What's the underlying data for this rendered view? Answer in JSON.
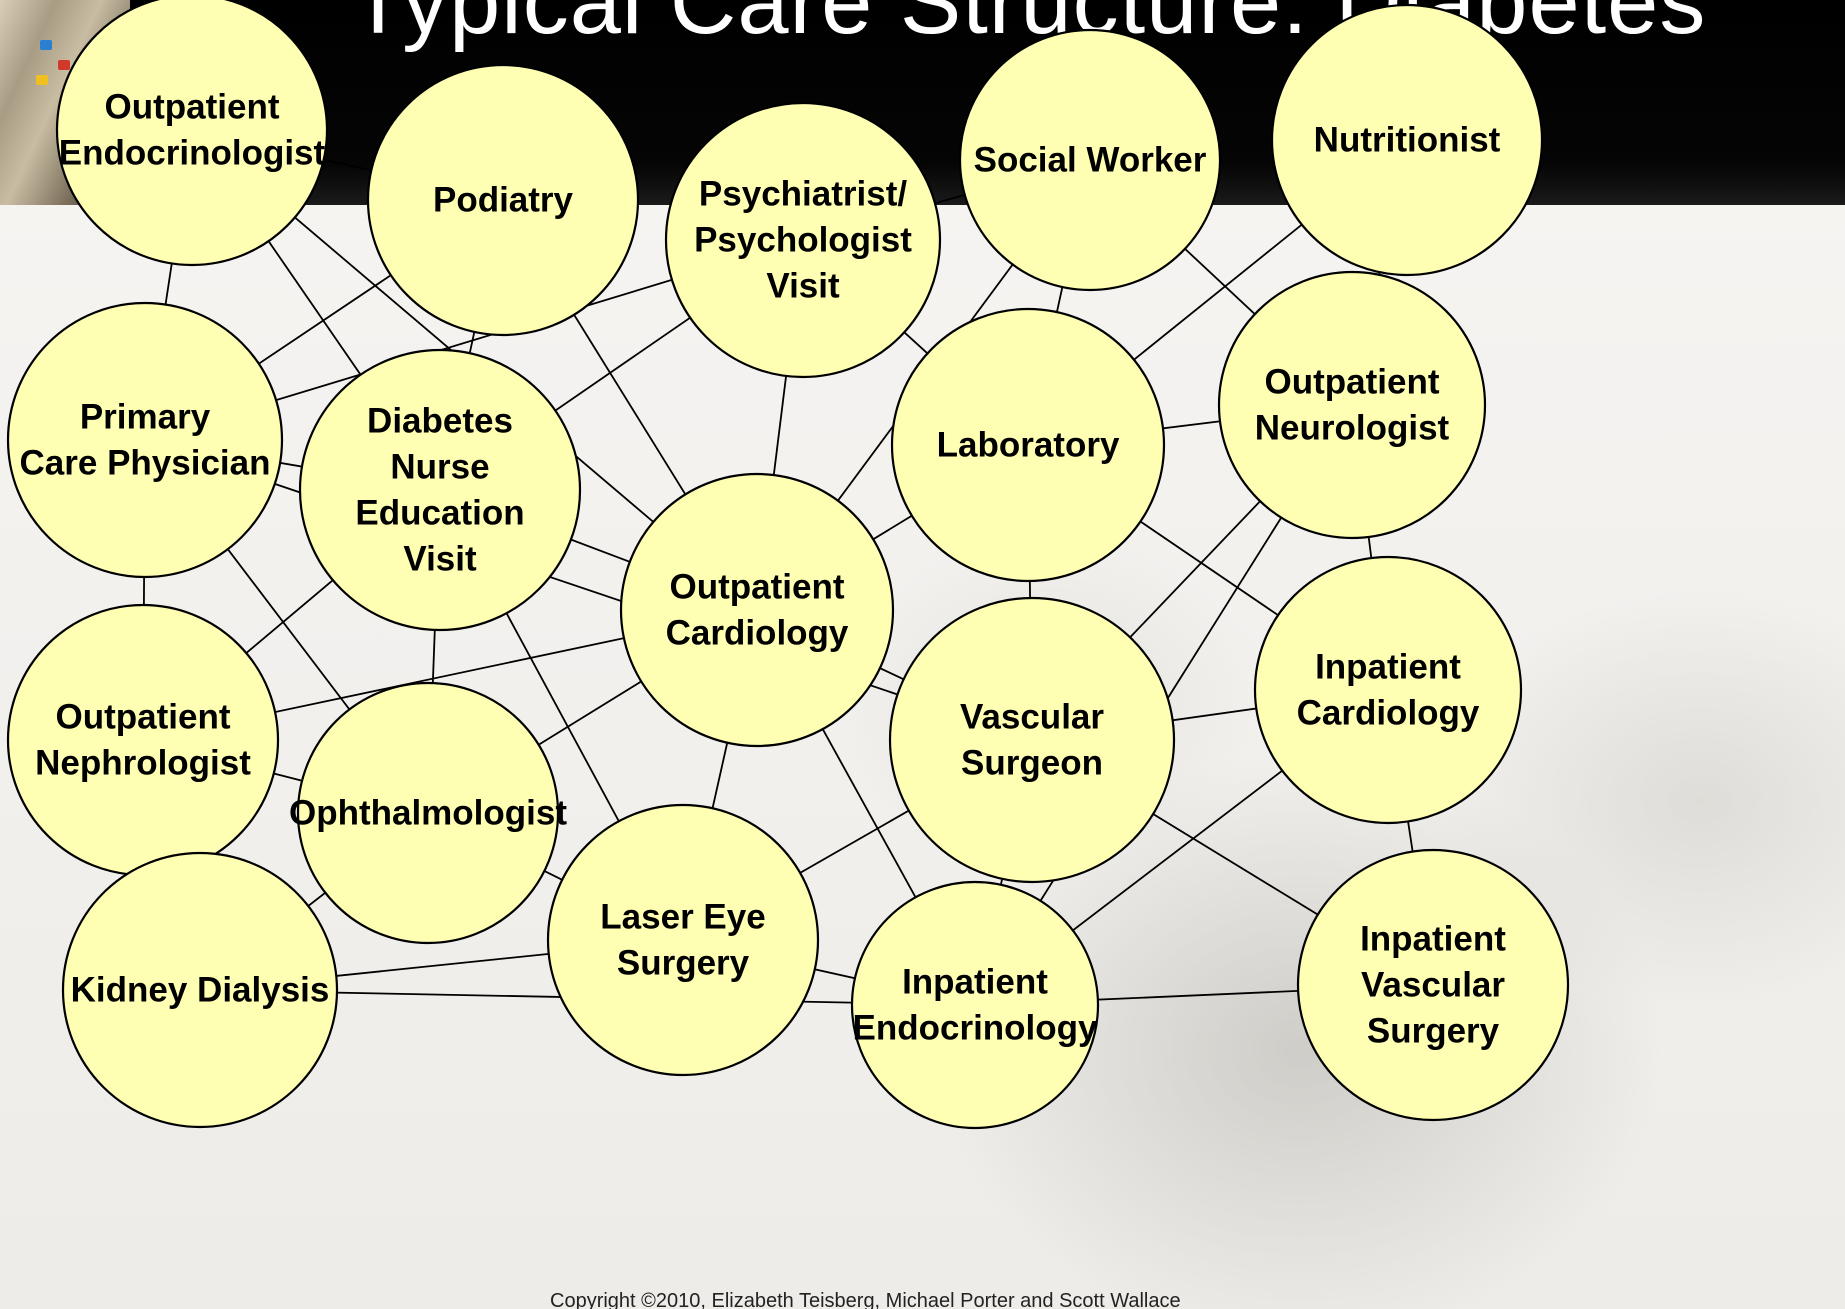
{
  "slide": {
    "title": "Typical Care Structure:  Diabetes",
    "copyright": "Copyright ©2010, Elizabeth Teisberg, Michael Porter and Scott Wallace"
  },
  "colors": {
    "node_fill": "#ffffb3",
    "node_stroke": "#000000",
    "edge": "#000000",
    "header": "#000000",
    "title_text": "#ffffff"
  },
  "nodes": [
    {
      "id": "outpatient-endocrinologist",
      "lines": [
        "Outpatient",
        "Endocrinologist"
      ]
    },
    {
      "id": "podiatry",
      "lines": [
        "Podiatry"
      ]
    },
    {
      "id": "psychiatrist-psychologist-visit",
      "lines": [
        "Psychiatrist/",
        "Psychologist",
        "Visit"
      ]
    },
    {
      "id": "social-worker",
      "lines": [
        "Social Worker"
      ]
    },
    {
      "id": "nutritionist",
      "lines": [
        "Nutritionist"
      ]
    },
    {
      "id": "primary-care-physician",
      "lines": [
        "Primary",
        "Care Physician"
      ]
    },
    {
      "id": "diabetes-nurse-education-visit",
      "lines": [
        "Diabetes",
        "Nurse",
        "Education",
        "Visit"
      ]
    },
    {
      "id": "laboratory",
      "lines": [
        "Laboratory"
      ]
    },
    {
      "id": "outpatient-neurologist",
      "lines": [
        "Outpatient",
        "Neurologist"
      ]
    },
    {
      "id": "outpatient-cardiology",
      "lines": [
        "Outpatient",
        "Cardiology"
      ]
    },
    {
      "id": "outpatient-nephrologist",
      "lines": [
        "Outpatient",
        "Nephrologist"
      ]
    },
    {
      "id": "vascular-surgeon",
      "lines": [
        "Vascular",
        "Surgeon"
      ]
    },
    {
      "id": "inpatient-cardiology",
      "lines": [
        "Inpatient",
        "Cardiology"
      ]
    },
    {
      "id": "ophthalmologist",
      "lines": [
        "Ophthalmologist"
      ]
    },
    {
      "id": "laser-eye-surgery",
      "lines": [
        "Laser Eye",
        "Surgery"
      ]
    },
    {
      "id": "kidney-dialysis",
      "lines": [
        "Kidney Dialysis"
      ]
    },
    {
      "id": "inpatient-endocrinology",
      "lines": [
        "Inpatient",
        "Endocrinology"
      ]
    },
    {
      "id": "inpatient-vascular-surgery",
      "lines": [
        "Inpatient",
        "Vascular",
        "Surgery"
      ]
    }
  ],
  "edges": [
    [
      "outpatient-endocrinologist",
      "primary-care-physician"
    ],
    [
      "outpatient-endocrinologist",
      "diabetes-nurse-education-visit"
    ],
    [
      "outpatient-endocrinologist",
      "outpatient-cardiology"
    ],
    [
      "outpatient-endocrinologist",
      "podiatry"
    ],
    [
      "podiatry",
      "primary-care-physician"
    ],
    [
      "podiatry",
      "diabetes-nurse-education-visit"
    ],
    [
      "podiatry",
      "outpatient-cardiology"
    ],
    [
      "psychiatrist-psychologist-visit",
      "primary-care-physician"
    ],
    [
      "psychiatrist-psychologist-visit",
      "diabetes-nurse-education-visit"
    ],
    [
      "psychiatrist-psychologist-visit",
      "outpatient-cardiology"
    ],
    [
      "psychiatrist-psychologist-visit",
      "laboratory"
    ],
    [
      "psychiatrist-psychologist-visit",
      "social-worker"
    ],
    [
      "social-worker",
      "laboratory"
    ],
    [
      "social-worker",
      "outpatient-neurologist"
    ],
    [
      "social-worker",
      "outpatient-cardiology"
    ],
    [
      "nutritionist",
      "outpatient-neurologist"
    ],
    [
      "nutritionist",
      "laboratory"
    ],
    [
      "primary-care-physician",
      "diabetes-nurse-education-visit"
    ],
    [
      "primary-care-physician",
      "outpatient-nephrologist"
    ],
    [
      "primary-care-physician",
      "ophthalmologist"
    ],
    [
      "primary-care-physician",
      "vascular-surgeon"
    ],
    [
      "diabetes-nurse-education-visit",
      "outpatient-cardiology"
    ],
    [
      "diabetes-nurse-education-visit",
      "outpatient-nephrologist"
    ],
    [
      "diabetes-nurse-education-visit",
      "ophthalmologist"
    ],
    [
      "diabetes-nurse-education-visit",
      "laser-eye-surgery"
    ],
    [
      "laboratory",
      "outpatient-neurologist"
    ],
    [
      "laboratory",
      "outpatient-cardiology"
    ],
    [
      "laboratory",
      "vascular-surgeon"
    ],
    [
      "laboratory",
      "inpatient-cardiology"
    ],
    [
      "outpatient-neurologist",
      "inpatient-cardiology"
    ],
    [
      "outpatient-neurologist",
      "vascular-surgeon"
    ],
    [
      "outpatient-neurologist",
      "inpatient-endocrinology"
    ],
    [
      "outpatient-cardiology",
      "outpatient-nephrologist"
    ],
    [
      "outpatient-cardiology",
      "ophthalmologist"
    ],
    [
      "outpatient-cardiology",
      "vascular-surgeon"
    ],
    [
      "outpatient-cardiology",
      "laser-eye-surgery"
    ],
    [
      "outpatient-cardiology",
      "inpatient-endocrinology"
    ],
    [
      "outpatient-nephrologist",
      "ophthalmologist"
    ],
    [
      "outpatient-nephrologist",
      "kidney-dialysis"
    ],
    [
      "vascular-surgeon",
      "inpatient-cardiology"
    ],
    [
      "vascular-surgeon",
      "laser-eye-surgery"
    ],
    [
      "vascular-surgeon",
      "inpatient-endocrinology"
    ],
    [
      "vascular-surgeon",
      "inpatient-vascular-surgery"
    ],
    [
      "inpatient-cardiology",
      "inpatient-vascular-surgery"
    ],
    [
      "inpatient-cardiology",
      "inpatient-endocrinology"
    ],
    [
      "ophthalmologist",
      "laser-eye-surgery"
    ],
    [
      "ophthalmologist",
      "kidney-dialysis"
    ],
    [
      "laser-eye-surgery",
      "kidney-dialysis"
    ],
    [
      "laser-eye-surgery",
      "inpatient-endocrinology"
    ],
    [
      "kidney-dialysis",
      "inpatient-endocrinology"
    ],
    [
      "inpatient-endocrinology",
      "inpatient-vascular-surgery"
    ]
  ]
}
